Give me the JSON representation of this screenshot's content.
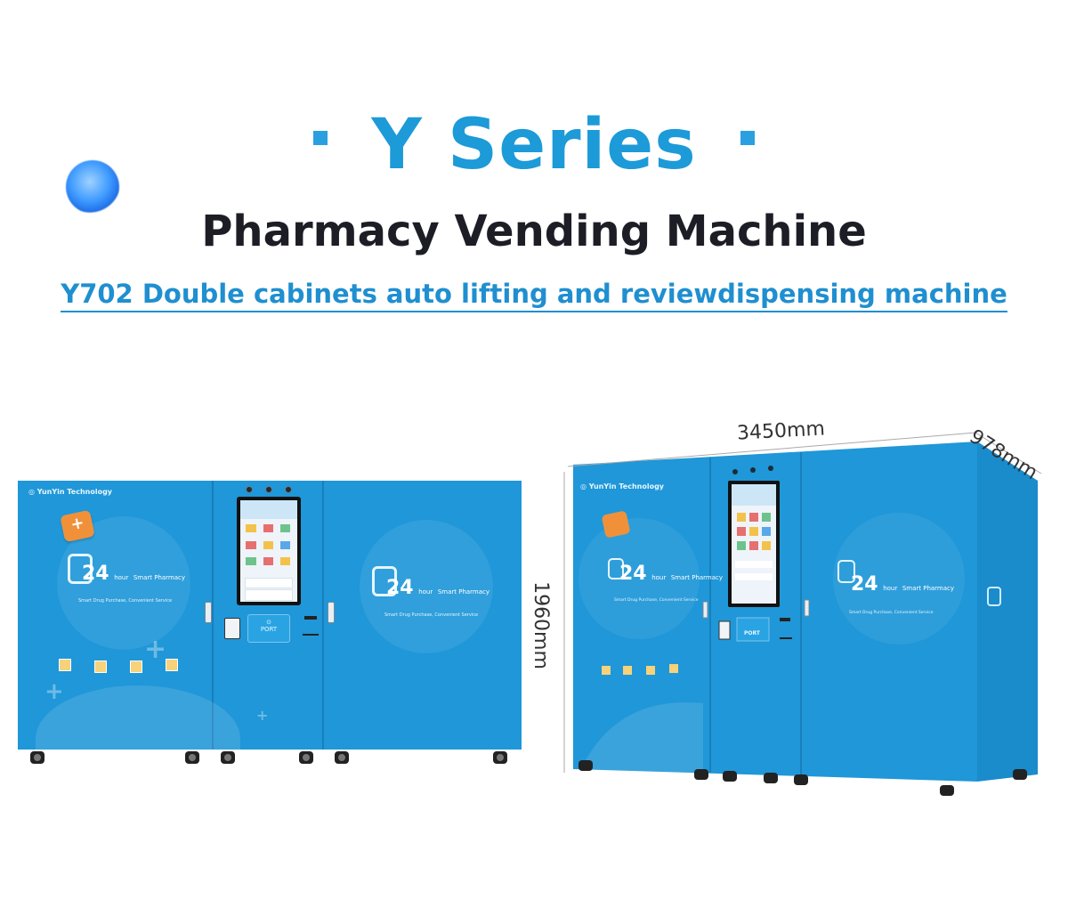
{
  "header": {
    "title": "Y Series",
    "subtitle": "Pharmacy Vending Machine",
    "tagline": "Y702 Double cabinets auto lifting and reviewdispensing machine"
  },
  "machine_left": {
    "brand": "YunYin Technology",
    "badge_number": "24",
    "badge_hour": "hour",
    "badge_text": "Smart Pharmacy",
    "badge_caption": "Smart Drug Purchase, Convenient Service",
    "port_label": "PORT"
  },
  "machine_right": {
    "brand": "YunYin Technology",
    "badge_number": "24",
    "badge_hour": "hour",
    "badge_text": "Smart Pharmacy",
    "badge_caption": "Smart Drug Purchase, Convenient Service",
    "port_label": "PORT"
  },
  "dimensions": {
    "width": "3450mm",
    "depth": "978mm",
    "height": "1960mm"
  },
  "colors": {
    "title_blue": "#1d9ad8",
    "cabinet_blue": "#1f97d8",
    "accent_orange": "#f0913a",
    "dark_text": "#1d1d26"
  }
}
